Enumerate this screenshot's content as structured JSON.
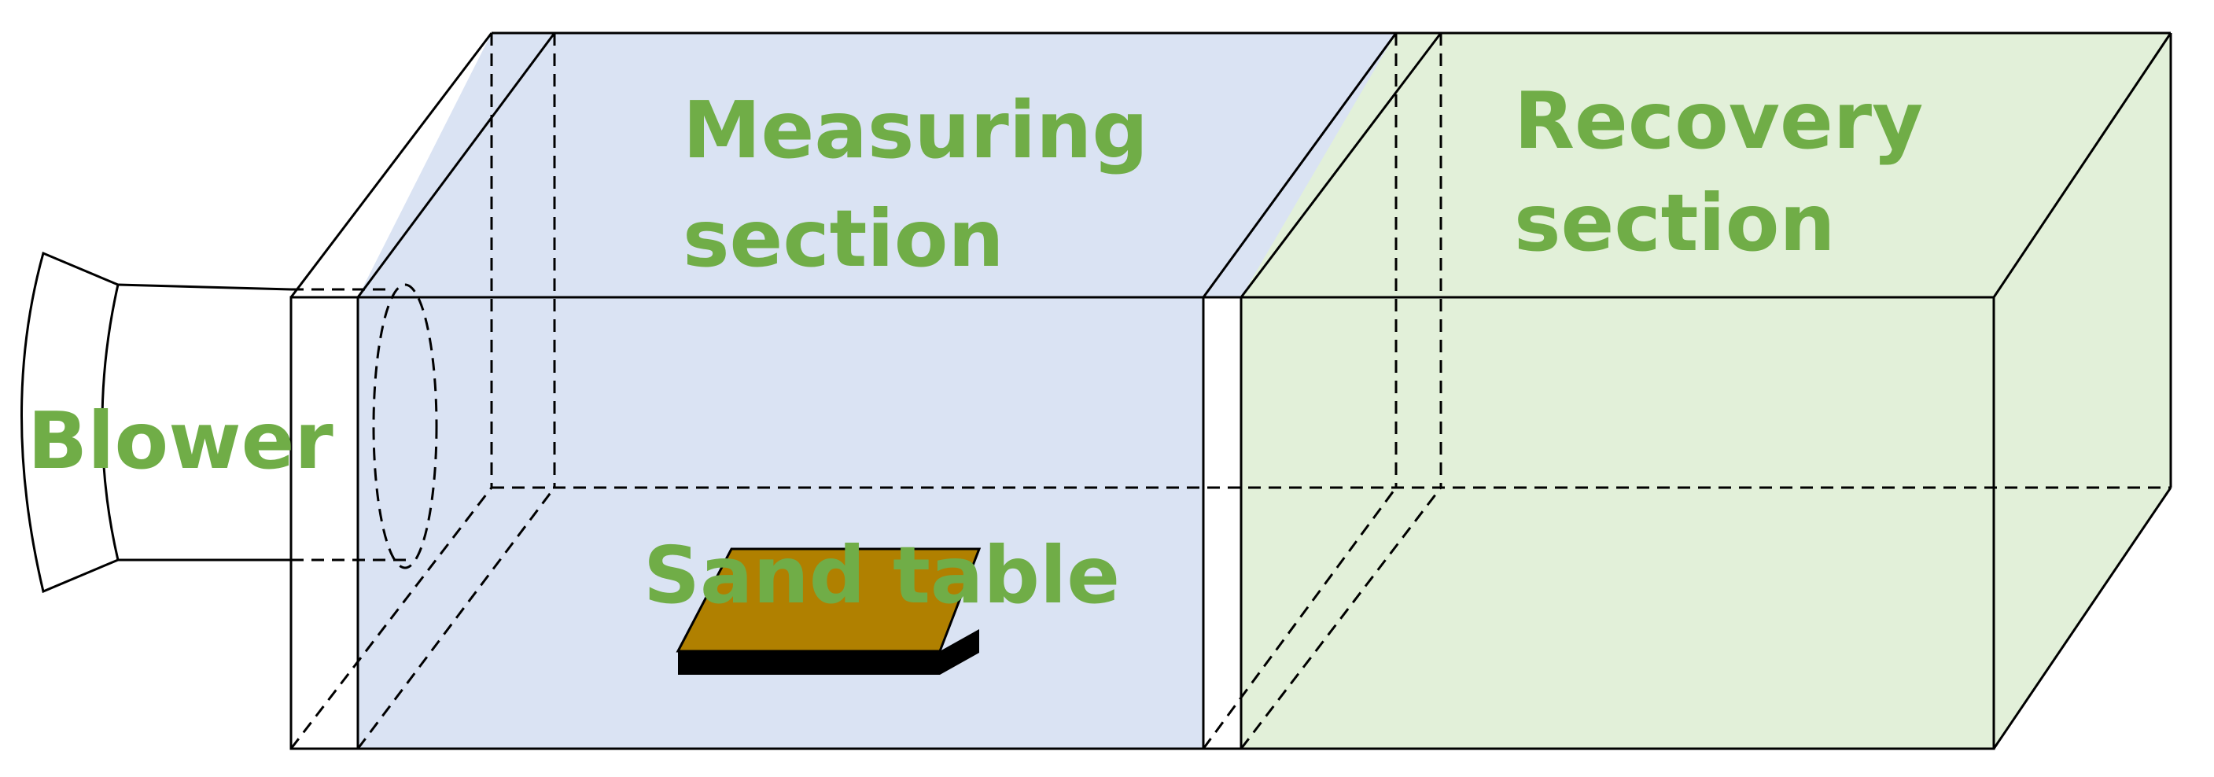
{
  "labels": {
    "blower": "Blower",
    "measuring_line1": "Measuring",
    "measuring_line2": "section",
    "recovery_line1": "Recovery",
    "recovery_line2": "section",
    "sand_table": "Sand table"
  },
  "colors": {
    "label": "#70ad47",
    "measuring_fill": "#dae3f3",
    "recovery_fill": "#e2f0d9",
    "sand_top": "#b08000",
    "sand_side": "#000000",
    "stroke": "#000000"
  }
}
